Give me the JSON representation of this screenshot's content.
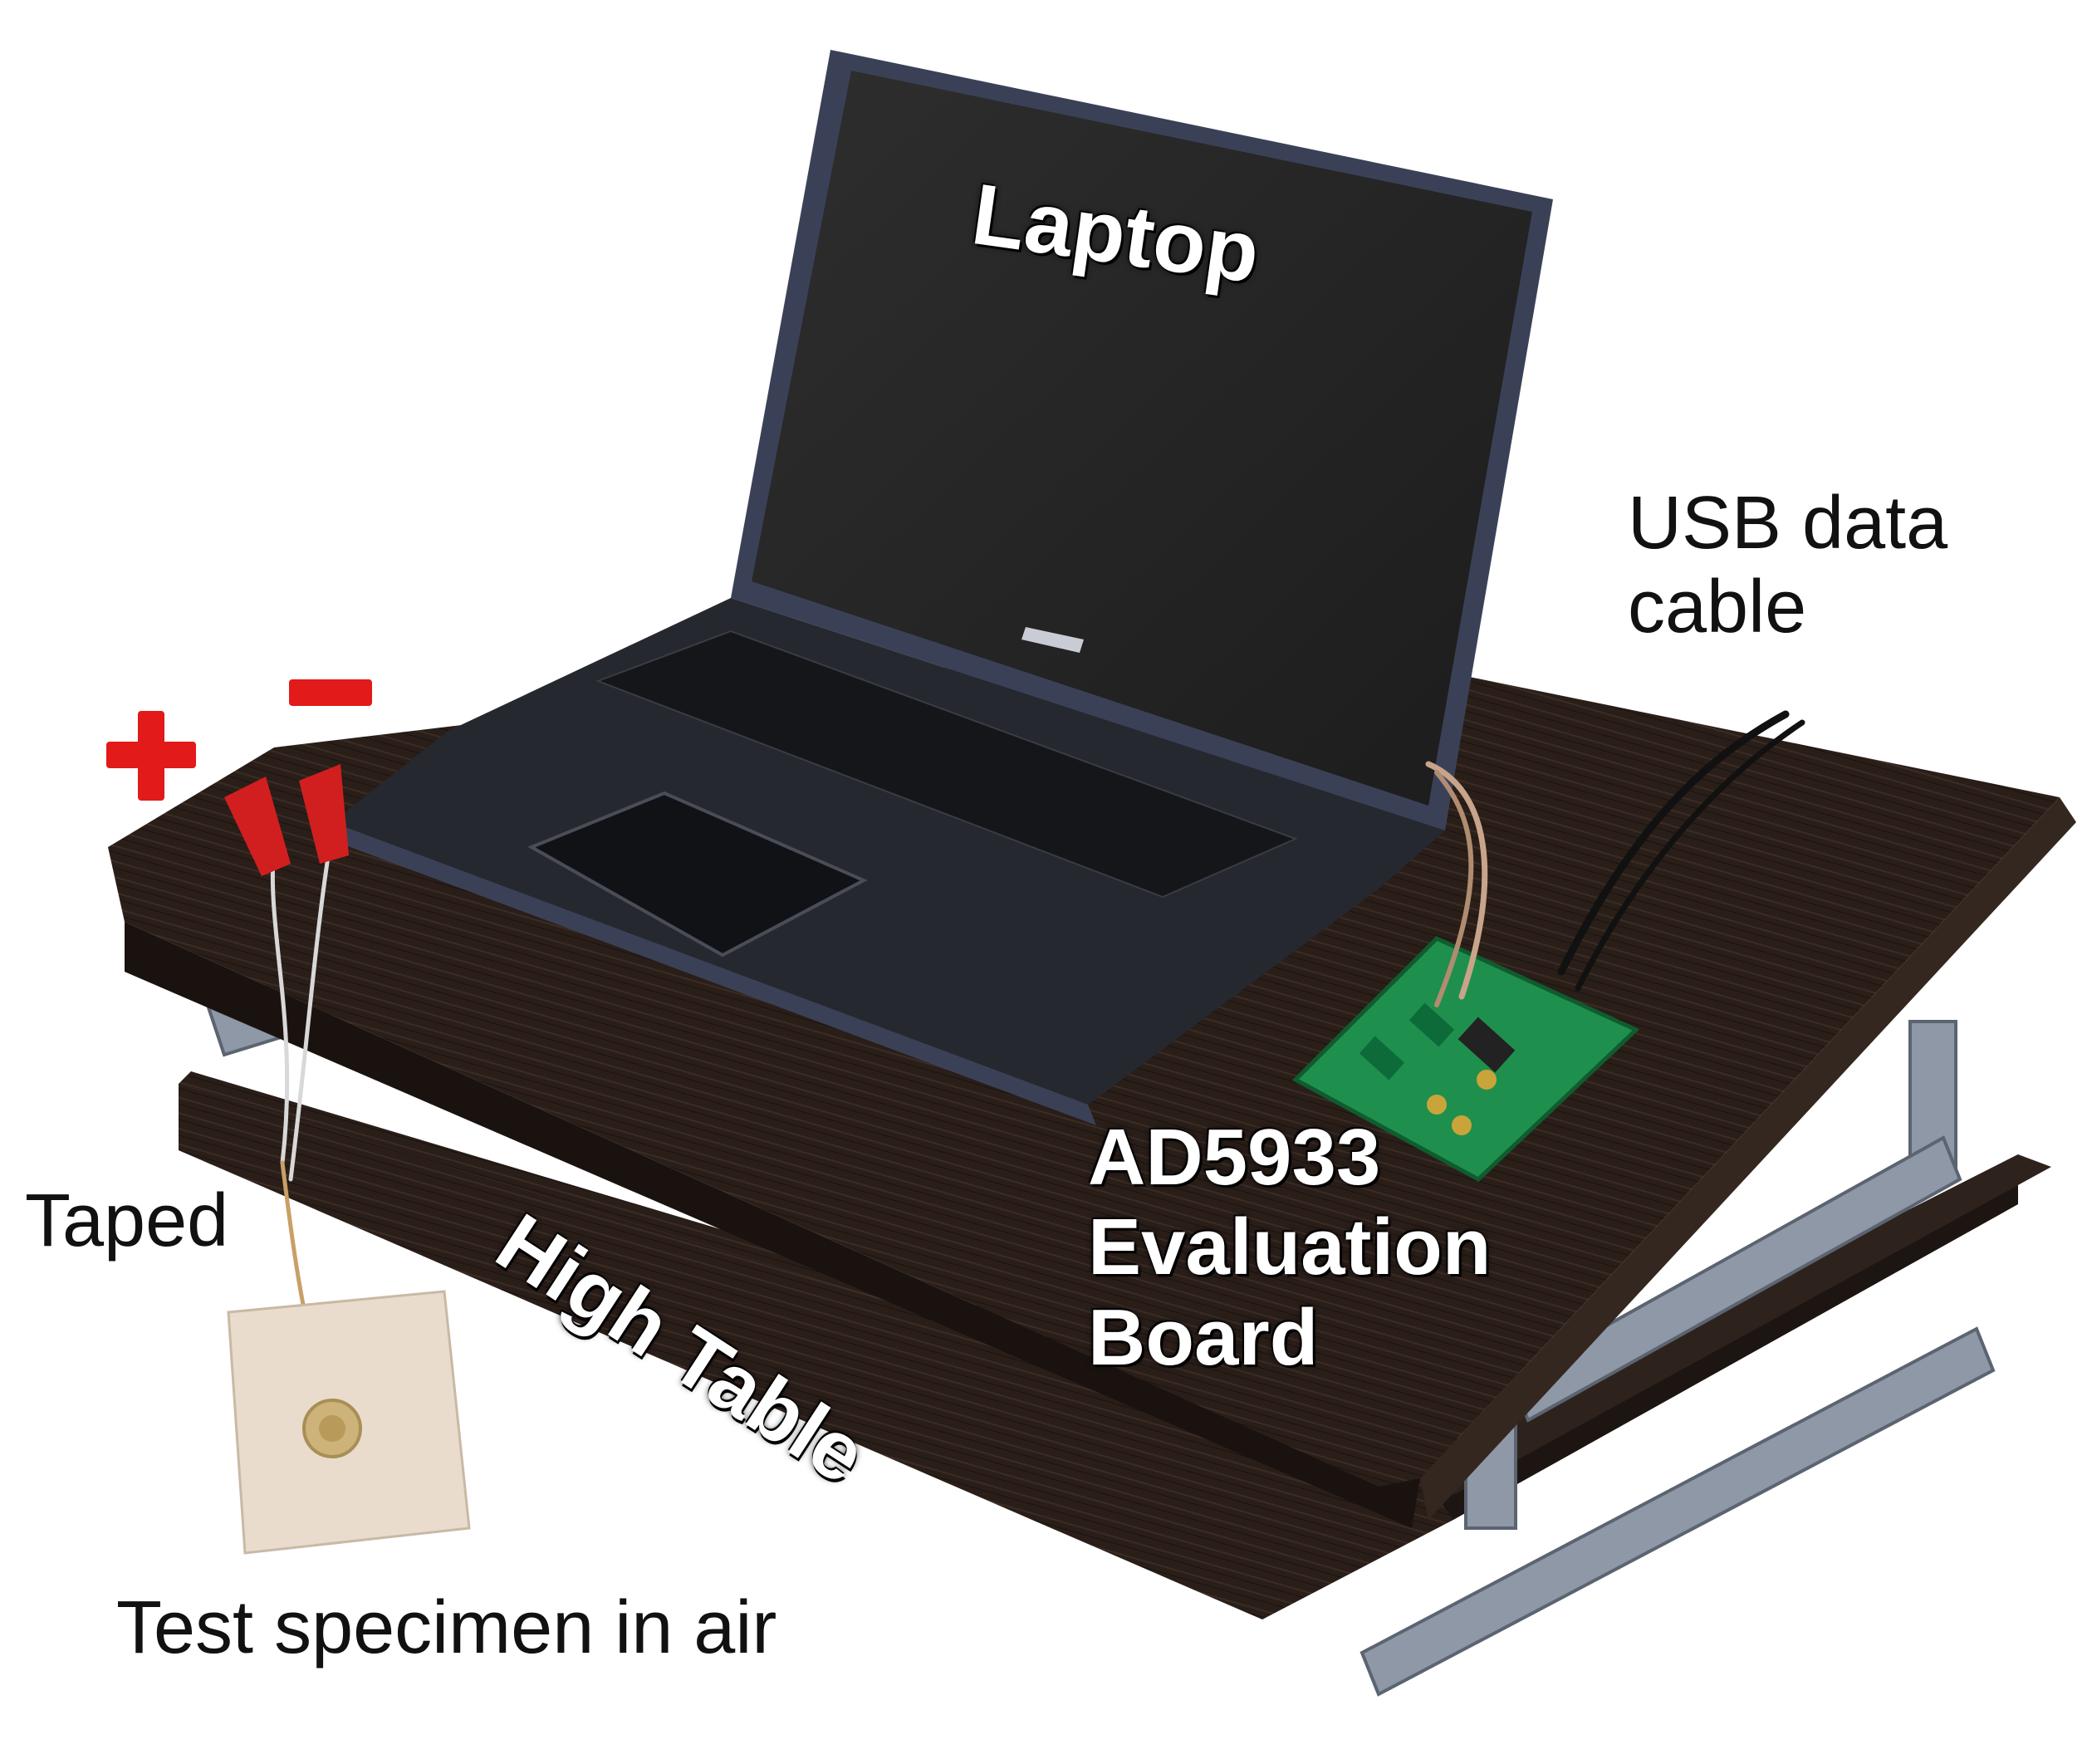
{
  "labels": {
    "laptop": "Laptop",
    "usb_line1": "USB data",
    "usb_line2": "cable",
    "board_line1": "AD5933",
    "board_line2": "Evaluation",
    "board_line3": "Board",
    "high_table": "High Table",
    "taped": "Taped",
    "specimen": "Test specimen in air"
  },
  "colors": {
    "wood": "#2a1e19",
    "laptop_shell": "#3a4157",
    "pcb": "#1f8f4d",
    "clip_red": "#d11f1f",
    "sign_red": "#e21a1a",
    "background": "#ffffff"
  }
}
